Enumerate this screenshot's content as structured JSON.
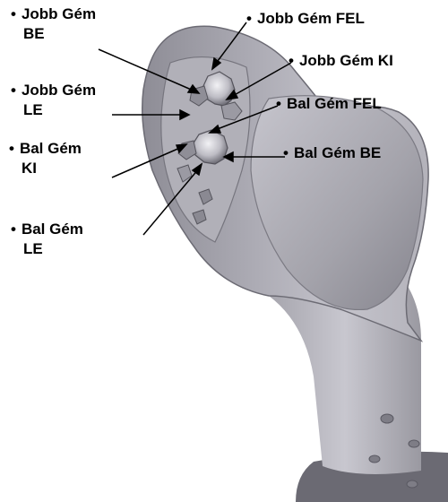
{
  "labels": {
    "jobb_gem_be": {
      "bullet": "•",
      "line1": "Jobb Gém",
      "line2": "BE"
    },
    "jobb_gem_fel": {
      "bullet": "•",
      "line1": "Jobb Gém FEL"
    },
    "jobb_gem_ki": {
      "bullet": "•",
      "line1": "Jobb Gém KI"
    },
    "jobb_gem_le": {
      "bullet": "•",
      "line1": "Jobb Gém",
      "line2": "LE"
    },
    "bal_gem_fel": {
      "bullet": "•",
      "line1": "Bal Gém FEL"
    },
    "bal_gem_ki": {
      "bullet": "•",
      "line1": "Bal Gém",
      "line2": "KI"
    },
    "bal_gem_be": {
      "bullet": "•",
      "line1": "Bal Gém BE"
    },
    "bal_gem_le": {
      "bullet": "•",
      "line1": "Bal Gém",
      "line2": "LE"
    }
  },
  "colors": {
    "handle_light": "#c9c8cf",
    "handle_mid": "#9a99a2",
    "handle_dark": "#5e5d66",
    "leader_line": "#000000"
  }
}
